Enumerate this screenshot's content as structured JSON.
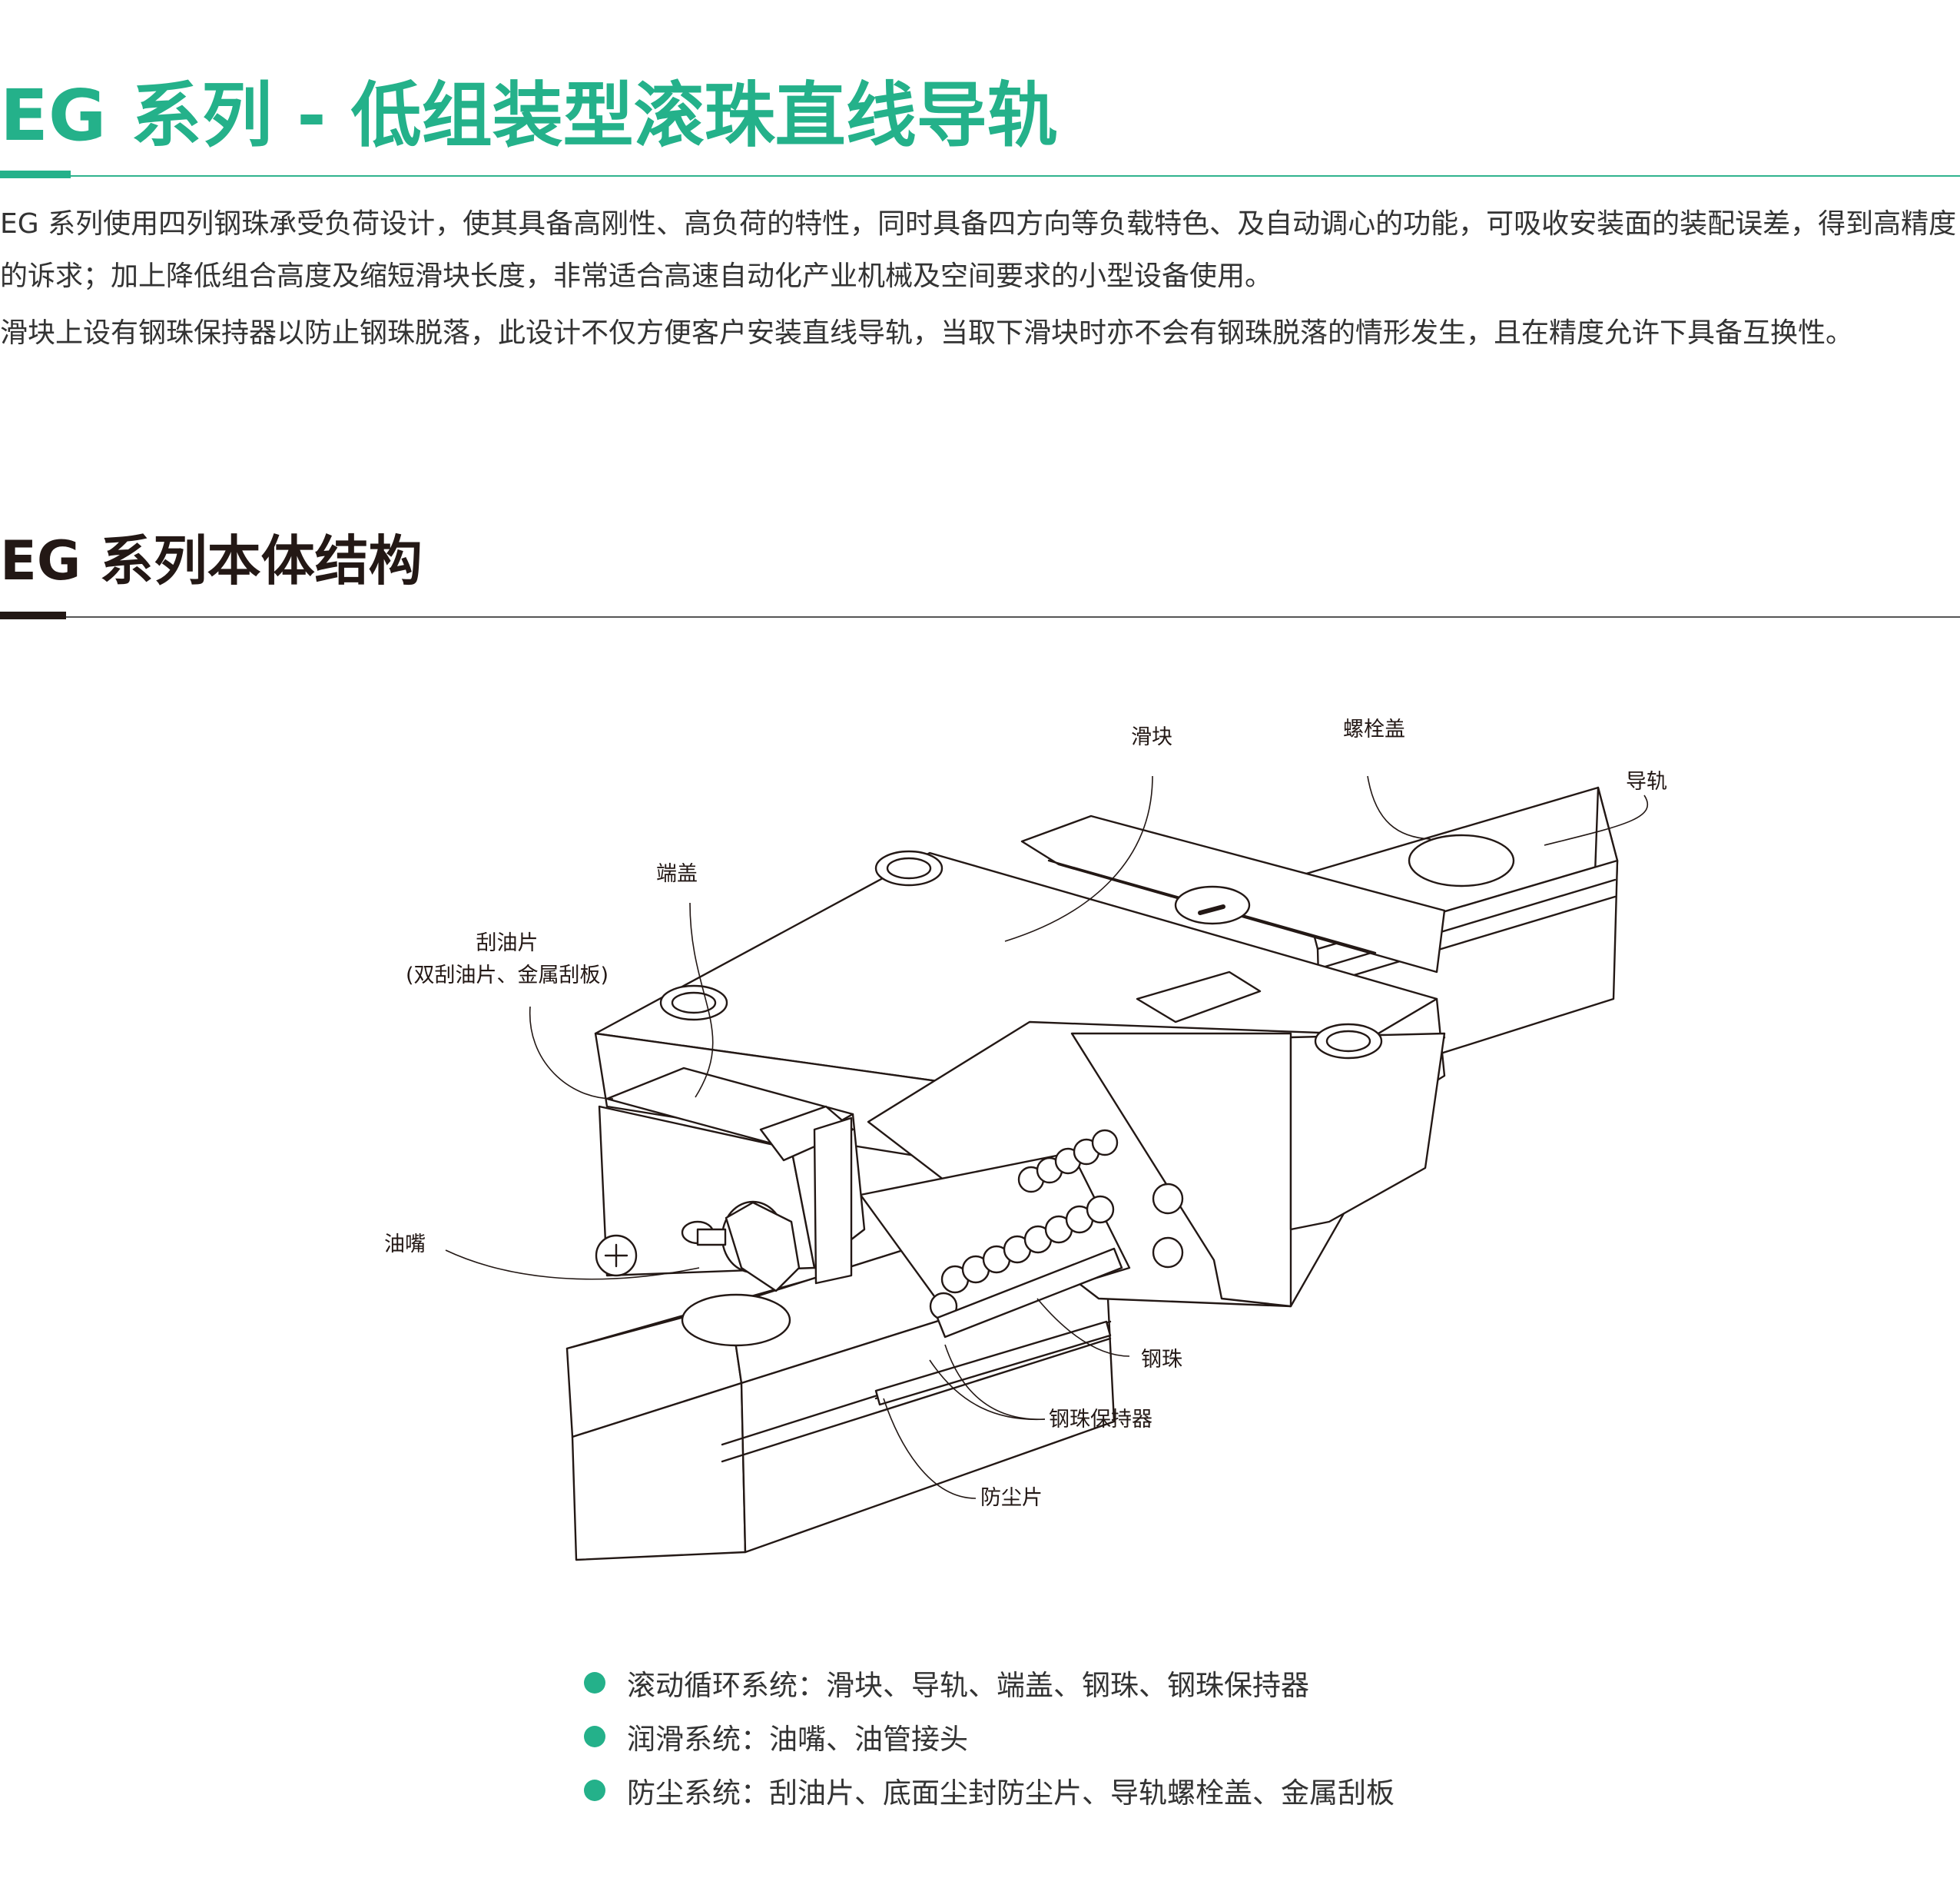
{
  "header": {
    "title": "EG 系列 - 低组装型滚珠直线导轨",
    "accent_color": "#24b18a"
  },
  "intro": {
    "paragraphs": [
      "EG 系列使用四列钢珠承受负荷设计，使其具备高刚性、高负荷的特性，同时具备四方向等负载特色、及自动调心的功能，可吸收安装面的装配误差，得到高精度的诉求；加上降低组合高度及缩短滑块长度，非常适合高速自动化产业机械及空间要求的小型设备使用。",
      "滑块上设有钢珠保持器以防止钢珠脱落，此设计不仅方便客户安装直线导轨，当取下滑块时亦不会有钢珠脱落的情形发生，且在精度允许下具备互换性。"
    ]
  },
  "structure": {
    "title": "EG 系列本体结构",
    "labels": {
      "slider": "滑块",
      "bolt_cap": "螺栓盖",
      "rail": "导轨",
      "end_cap": "端盖",
      "scraper": "刮油片",
      "scraper_note": "(双刮油片、金属刮板)",
      "grease_nipple": "油嘴",
      "steel_ball": "钢珠",
      "ball_retainer": "钢珠保持器",
      "dust_seal": "防尘片"
    }
  },
  "systems": [
    "滚动循环系统：滑块、导轨、端盖、钢珠、钢珠保持器",
    "润滑系统：油嘴、油管接头",
    "防尘系统：刮油片、底面尘封防尘片、导轨螺栓盖、金属刮板"
  ]
}
